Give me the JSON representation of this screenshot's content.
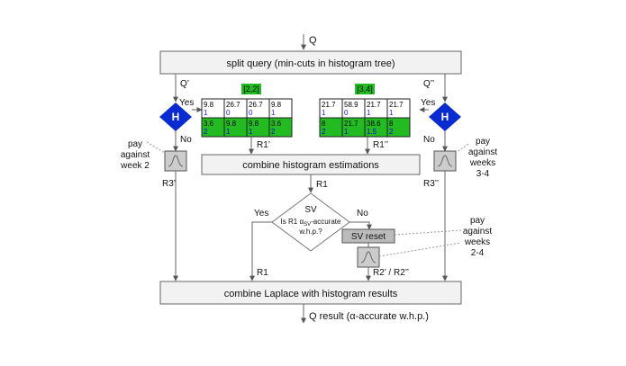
{
  "labels": {
    "q_in": "Q",
    "split_box": "split query (min-cuts in histogram tree)",
    "q_prime": "Q’",
    "q_dprime": "Q’’",
    "yes_left": "Yes",
    "no_left": "No",
    "yes_right": "Yes",
    "no_right": "No",
    "h_symbol": "H",
    "range_left": "[2,2]",
    "range_right": "[3,4]",
    "r1_prime": "R1’",
    "r1_dprime": "R1’’",
    "combine_hist": "combine histogram estimations",
    "r1": "R1",
    "r3_prime": "R3’",
    "r3_dprime": "R3’’",
    "sv_yes": "Yes",
    "sv_no": "No",
    "sv_title": "SV",
    "sv_q1a": "Is R1 α",
    "sv_q1sub": "SV",
    "sv_q1b": "-accurate",
    "sv_q2": "w.h.p.?",
    "sv_reset": "SV reset",
    "r1_bottom": "R1",
    "r2_label": "R2’ / R2’’",
    "combine_laplace": "combine Laplace with histogram results",
    "q_result": "Q result (α-accurate w.h.p.)"
  },
  "notes": {
    "pay_left": [
      "pay",
      "against",
      "week 2"
    ],
    "pay_right": [
      "pay",
      "against",
      "weeks",
      "3-4"
    ],
    "pay_mid": [
      "pay",
      "against",
      "weeks",
      "2-4"
    ]
  },
  "tables": {
    "left": {
      "top": [
        [
          "9.8",
          "1"
        ],
        [
          "26.7",
          "0"
        ],
        [
          "26.7",
          "0"
        ],
        [
          "9.8",
          "1"
        ]
      ],
      "bottom": [
        [
          "3.6",
          "2"
        ],
        [
          "9.8",
          "1"
        ],
        [
          "9.8",
          "1"
        ],
        [
          "3.6",
          "2"
        ]
      ]
    },
    "right": {
      "top": [
        [
          "21.7",
          "1"
        ],
        [
          "58.9",
          "0"
        ],
        [
          "21.7",
          "1"
        ],
        [
          "21.7",
          "1"
        ]
      ],
      "bottom": [
        [
          "8",
          "2"
        ],
        [
          "21.7",
          "1"
        ],
        [
          "38.6",
          "1.5"
        ],
        [
          "8",
          "2"
        ]
      ]
    }
  },
  "colors": {
    "green": "#22bb22",
    "diamond_blue": "#0a2bd0",
    "box_fill": "#f2f2f2",
    "line": "#666666"
  }
}
